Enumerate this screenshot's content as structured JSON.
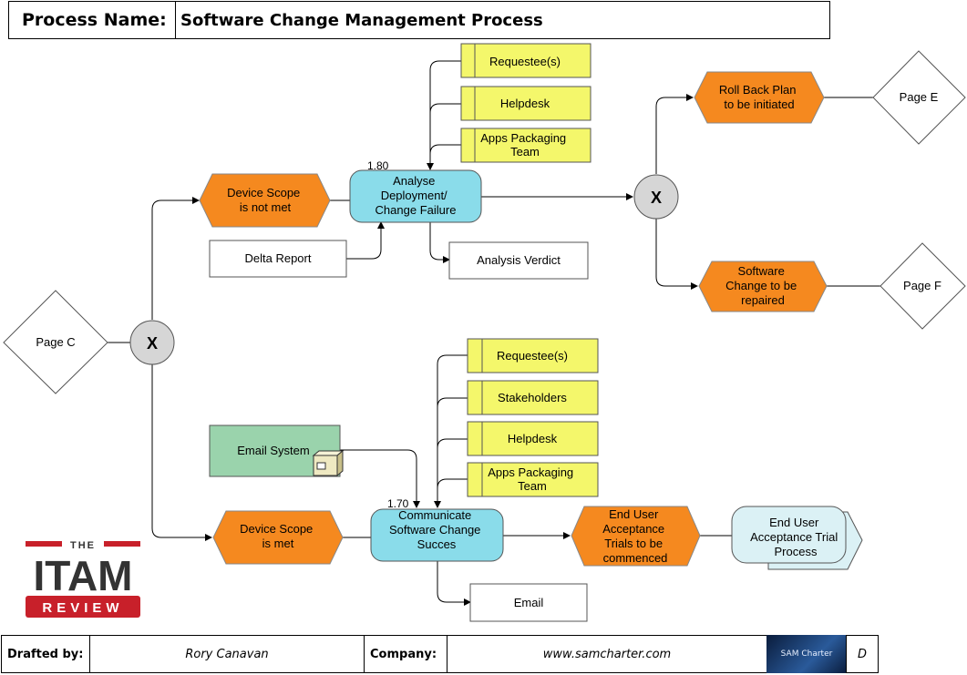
{
  "header": {
    "process_label": "Process Name:",
    "process_name": "Software Change Management Process"
  },
  "footer": {
    "drafted_label": "Drafted by:",
    "drafted_value": "Rory Canavan",
    "company_label": "Company:",
    "company_value": "www.samcharter.com",
    "logo_text": "SAM Charter",
    "revision": "D"
  },
  "itam_logo": {
    "top": "THE",
    "main": "ITAM",
    "bottom": "REVIEW"
  },
  "nodes": {
    "page_c": "Page C",
    "page_e": "Page E",
    "page_f": "Page F",
    "gateway_left": "X",
    "gateway_right": "X",
    "event_not_met": [
      "Device Scope",
      "is not met"
    ],
    "event_met": [
      "Device Scope",
      "is met"
    ],
    "event_rollback": [
      "Roll Back Plan",
      "to be initiated"
    ],
    "event_repair": [
      "Software",
      "Change to be",
      "repaired"
    ],
    "event_uat": [
      "End User",
      "Acceptance",
      "Trials to be",
      "commenced"
    ],
    "func_analyse": [
      "Analyse",
      "Deployment/",
      "Change Failure"
    ],
    "func_analyse_num": "1.80",
    "func_comm": [
      "Communicate",
      "Software Change",
      "Succes"
    ],
    "func_comm_num": "1.70",
    "delta_report": "Delta Report",
    "analysis_verdict": "Analysis Verdict",
    "email_doc": "Email",
    "email_system": "Email System",
    "uat_process": [
      "End User",
      "Acceptance Trial",
      "Process"
    ],
    "top_roles": [
      [
        "Requestee(s)"
      ],
      [
        "Helpdesk"
      ],
      [
        "Apps Packaging",
        "Team"
      ]
    ],
    "bottom_roles": [
      [
        "Requestee(s)"
      ],
      [
        "Stakeholders"
      ],
      [
        "Helpdesk"
      ],
      [
        "Apps Packaging",
        "Team"
      ]
    ]
  },
  "colors": {
    "event": "#f5891f",
    "function": "#8adcea",
    "role": "#f4f76b",
    "system": "#9ad3ac",
    "process_iface": "#dbf1f5",
    "gateway": "#d6d6d6"
  }
}
